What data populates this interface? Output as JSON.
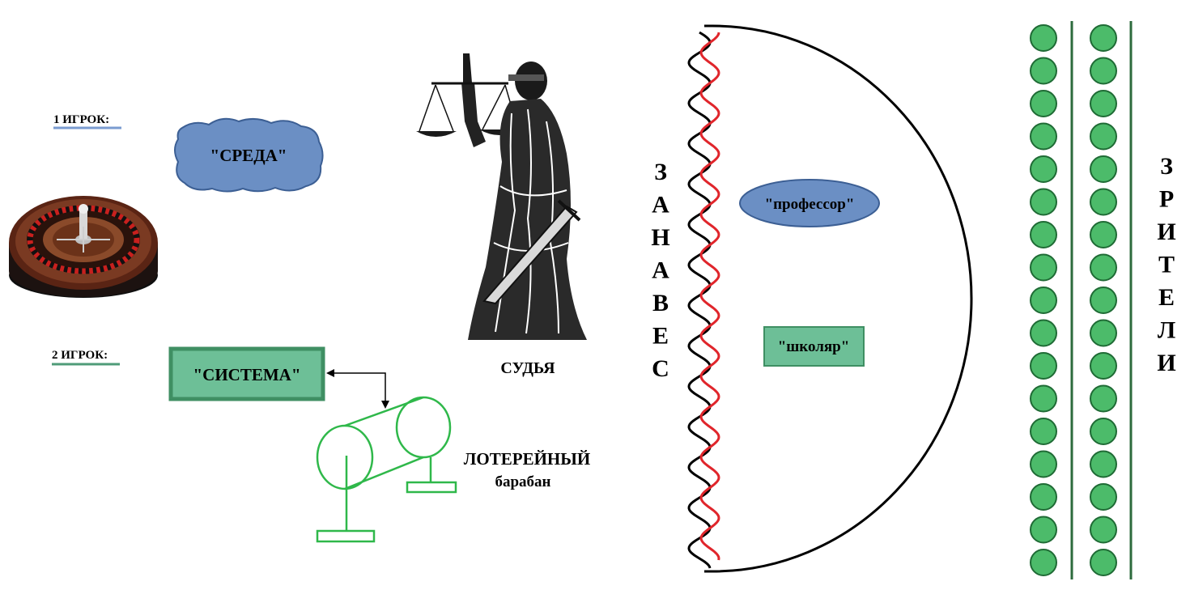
{
  "players": {
    "player1_label": "1 ИГРОК:",
    "player2_label": "2 ИГРОК:",
    "environment_label": "\"СРЕДА\"",
    "system_label": "\"СИСТЕМА\""
  },
  "judge": {
    "label": "СУДЬЯ"
  },
  "lottery": {
    "title": "ЛОТЕРЕЙНЫЙ",
    "subtitle": "барабан"
  },
  "curtain": {
    "letters": [
      "З",
      "А",
      "Н",
      "А",
      "В",
      "Е",
      "С"
    ]
  },
  "stage": {
    "professor_label": "\"профессор\"",
    "scholar_label": "\"школяр\""
  },
  "audience": {
    "letters": [
      "З",
      "Р",
      "И",
      "Т",
      "Е",
      "Л",
      "И"
    ],
    "rows": 2,
    "seats_per_row": 17
  },
  "colors": {
    "blue_shape": "#6b8fc4",
    "green_box": "#6dbf97",
    "green_border": "#3f8f63",
    "drum_green": "#2fb84a",
    "seat_fill": "#4cbb6a",
    "seat_stroke": "#1f6b35",
    "row_line": "#2d6b3d",
    "curtain_red": "#e0252b",
    "player1_underline": "#7a9bd0",
    "player2_underline": "#4f9b78"
  },
  "icons": {
    "roulette": "roulette-wheel-icon",
    "justice": "lady-justice-icon",
    "drum": "lottery-drum-icon"
  }
}
